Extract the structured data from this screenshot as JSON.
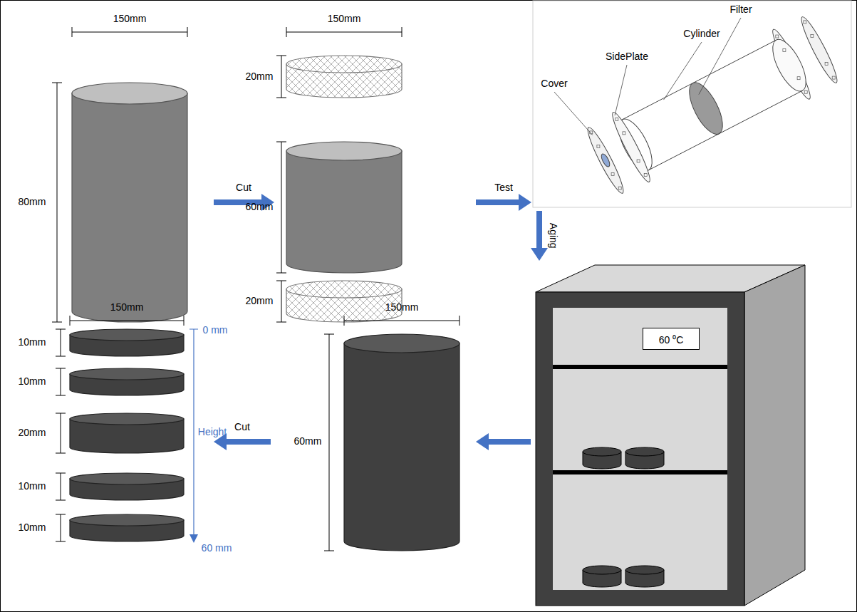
{
  "diagram": {
    "nodes": [
      {
        "text": [
          "60 ⁰C"
        ]
      }
    ],
    "labels": [
      "150mm",
      "80mm",
      "Cut",
      "150mm",
      "20mm",
      "60mm",
      "20mm",
      "Test",
      "Filter",
      "Cylinder",
      "SidePlate",
      "Cover",
      "Aging",
      "150mm",
      "10mm",
      "10mm",
      "20mm",
      "10mm",
      "10mm",
      "0 mm",
      "Height",
      "60 mm",
      "Cut",
      "150mm",
      "60mm"
    ]
  }
}
